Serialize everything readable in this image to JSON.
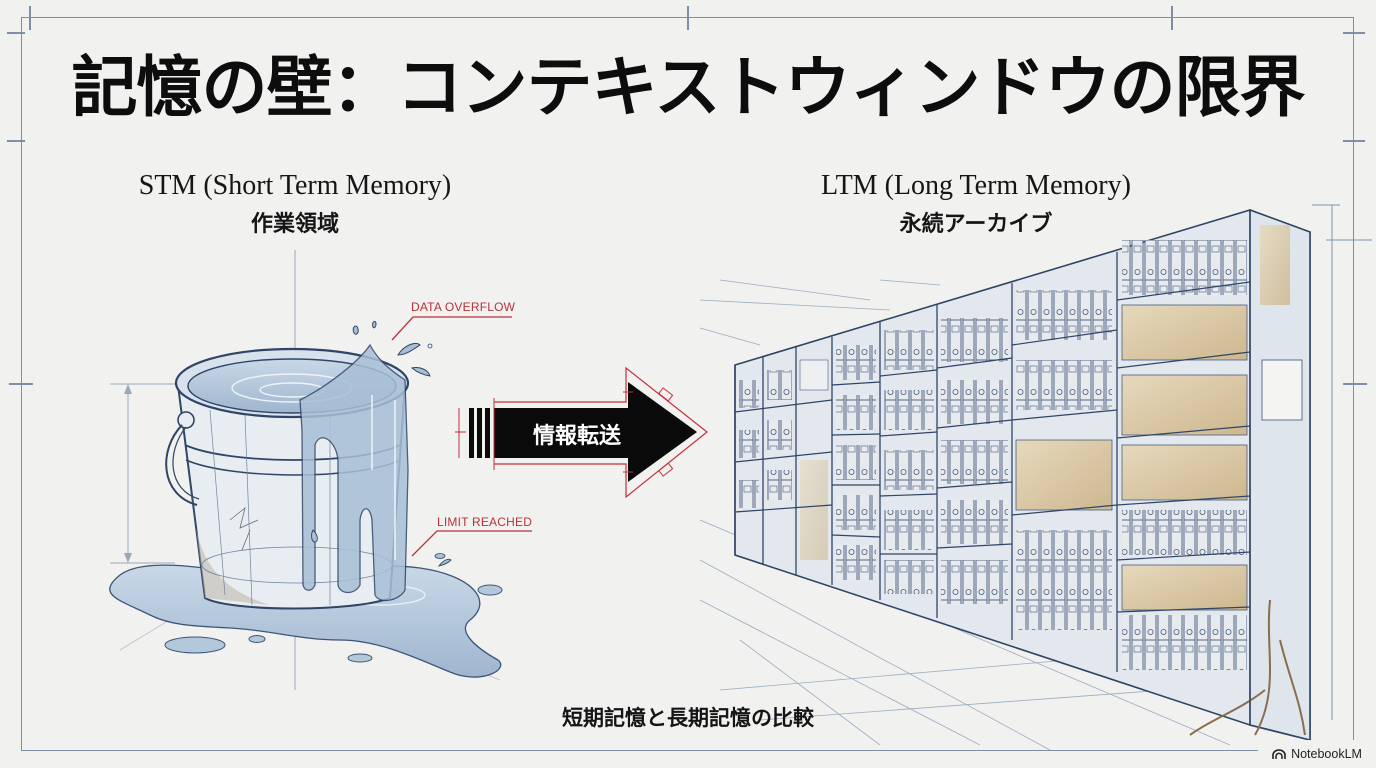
{
  "title": "記憶の壁：コンテキストウィンドウの限界",
  "left_panel": {
    "heading_en": "STM (Short Term Memory)",
    "heading_jp": "作業領域",
    "illustration": "overflowing-bucket",
    "callouts": {
      "top": "DATA OVERFLOW",
      "bottom": "LIMIT REACHED"
    }
  },
  "arrow": {
    "label": "情報転送",
    "icon": "arrow-right-icon"
  },
  "right_panel": {
    "heading_en": "LTM (Long Term Memory)",
    "heading_jp": "永続アーカイブ",
    "illustration": "archive-shelves"
  },
  "caption": "短期記憶と長期記憶の比較",
  "watermark": {
    "label": "NotebookLM",
    "icon": "notebooklm-logo-icon"
  },
  "colors": {
    "background": "#f1f1f0",
    "frame": "#7f8fa3",
    "title_text": "#0d0d0d",
    "callout_red": "#b8323a",
    "blueprint_line": "#3d5577",
    "water": "#aec4da",
    "arrow_fill": "#0a0a0a",
    "paper_tan": "#d9c7a4"
  }
}
